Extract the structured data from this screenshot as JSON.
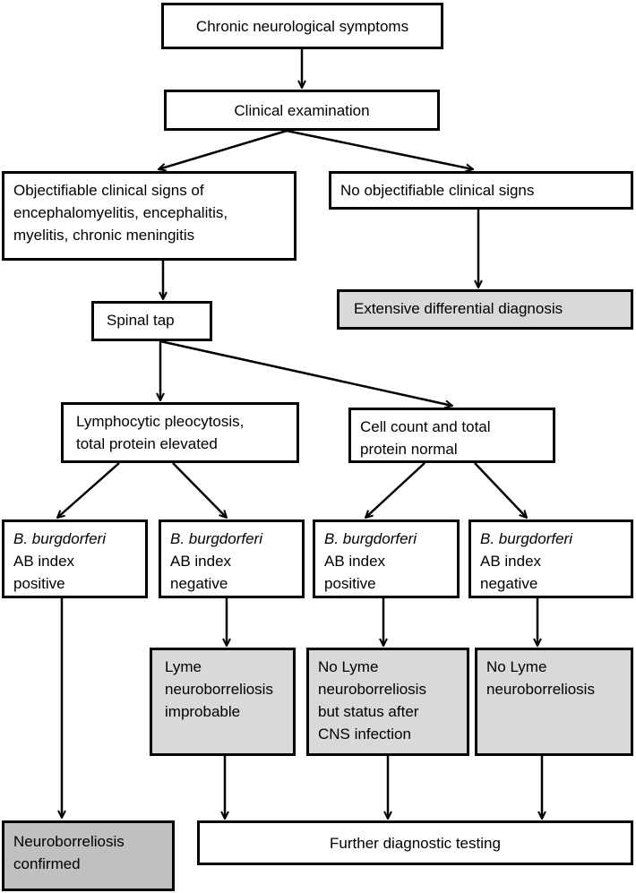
{
  "nodes": {
    "chronic": "Chronic neurological symptoms",
    "clinical_exam": "Clinical examination",
    "objectifiable": [
      "Objectifiable clinical signs of",
      "encephalomyelitis, encephalitis,",
      "myelitis, chronic meningitis"
    ],
    "no_objectifiable": "No objectifiable clinical signs",
    "differential": "Extensive differential diagnosis",
    "spinal_tap": "Spinal tap",
    "pleocytosis": [
      "Lymphocytic pleocytosis,",
      "total protein elevated"
    ],
    "cell_count": [
      "Cell count and total",
      "protein normal"
    ],
    "ab1": {
      "species": "B. burgdorferi",
      "line2": "AB index",
      "line3": "positive"
    },
    "ab2": {
      "species": "B. burgdorferi",
      "line2": "AB index",
      "line3": "negative"
    },
    "ab3": {
      "species": "B. burgdorferi",
      "line2": "AB index",
      "line3": "positive"
    },
    "ab4": {
      "species": "B. burgdorferi",
      "line2": "AB index",
      "line3": "negative"
    },
    "improbable": [
      "Lyme",
      "neuroborreliosis",
      "improbable"
    ],
    "no_lyme_status": [
      "No Lyme",
      "neuroborreliosis",
      "but status after",
      "CNS infection"
    ],
    "no_lyme": [
      "No Lyme",
      "neuroborreliosis"
    ],
    "confirmed": [
      "Neuroborreliosis",
      "confirmed"
    ],
    "further": "Further diagnostic testing"
  }
}
